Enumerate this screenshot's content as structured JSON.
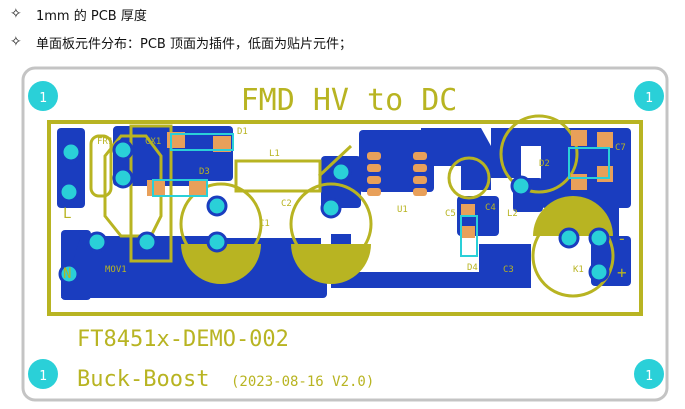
{
  "notes": [
    {
      "mark": "✧",
      "text": "1mm 的 PCB 厚度"
    },
    {
      "mark": "✧",
      "text": "单面板元件分布：PCB 顶面为插件，低面为贴片元件；"
    }
  ],
  "board": {
    "title": "FMD HV to DC",
    "part_no": "FT8451x-DEMO-002",
    "topology": "Buck-Boost",
    "version": "(2023-08-16 V2.0)",
    "mount_hole_label": "1",
    "labels": {
      "fr1": "FR1",
      "cx1": "CX1",
      "d1": "D1",
      "d3": "D3",
      "l1": "L1",
      "c1": "C1",
      "c2": "C2",
      "u1": "U1",
      "c5": "C5",
      "c4": "C4",
      "l2": "L2",
      "d2": "D2",
      "c7": "C7",
      "c3": "C3",
      "k1": "K1",
      "d4": "D4",
      "mov1": "MOV1",
      "l": "L",
      "n": "N",
      "minus": "-",
      "plus": "+"
    },
    "colors": {
      "copper": "#1a3dbf",
      "silk": "#b8b422",
      "pad": "#e8a05a",
      "hole": "#2ad0d8",
      "board_bg": "#ffffff",
      "board_outline": "#c0c0c0"
    }
  }
}
